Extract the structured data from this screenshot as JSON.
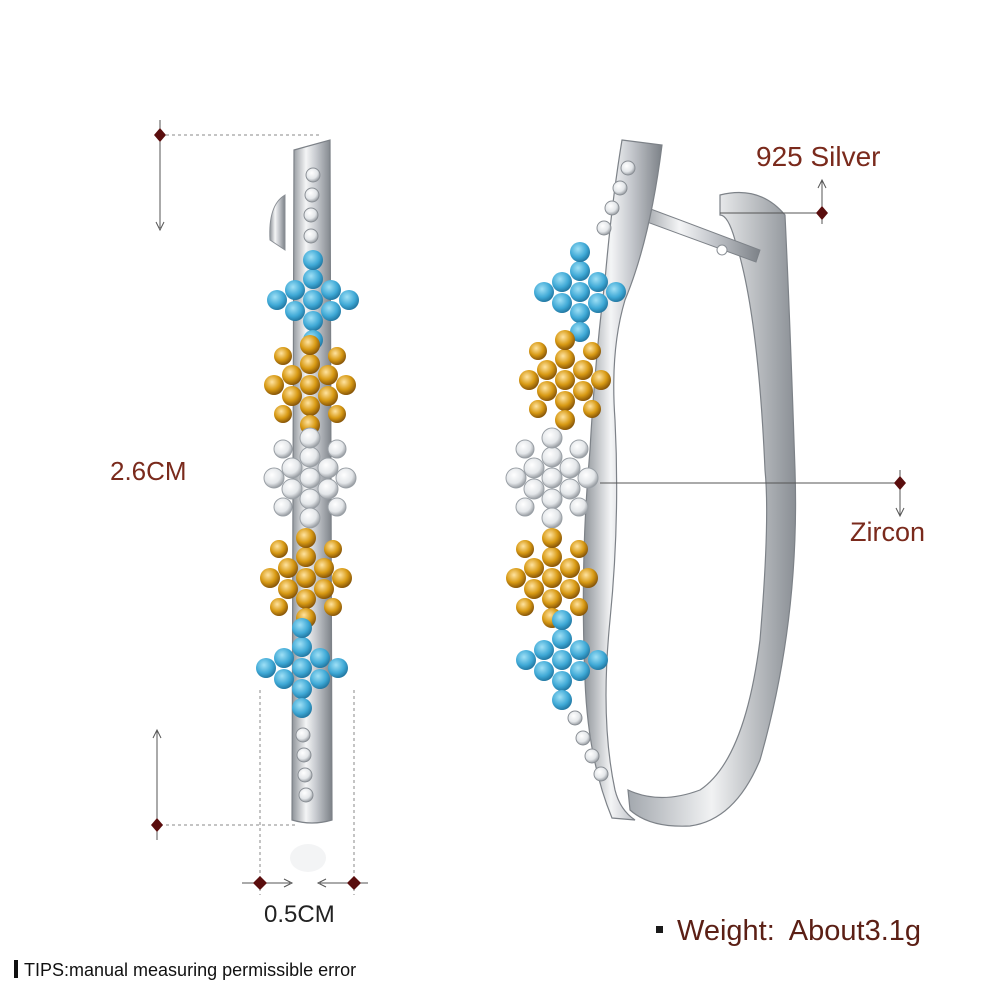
{
  "dimensions": {
    "height": "2.6CM",
    "width": "0.5CM"
  },
  "annotations": {
    "material": "925 Silver",
    "stone": "Zircon"
  },
  "weight": {
    "label": "Weight:",
    "value": "About3.1g"
  },
  "tips": "TIPS:manual measuring permissible error",
  "colors": {
    "label_text": "#7a2a1c",
    "turquoise": "#3fa9d6",
    "citrine": "#d89a14",
    "zircon": "#e8eaec",
    "silver": "#c9ccd1"
  },
  "images": {
    "front_view": "turquoise-citrine-zircon-flower-hoop-earring-front",
    "side_view": "turquoise-citrine-zircon-flower-hoop-earring-side"
  }
}
